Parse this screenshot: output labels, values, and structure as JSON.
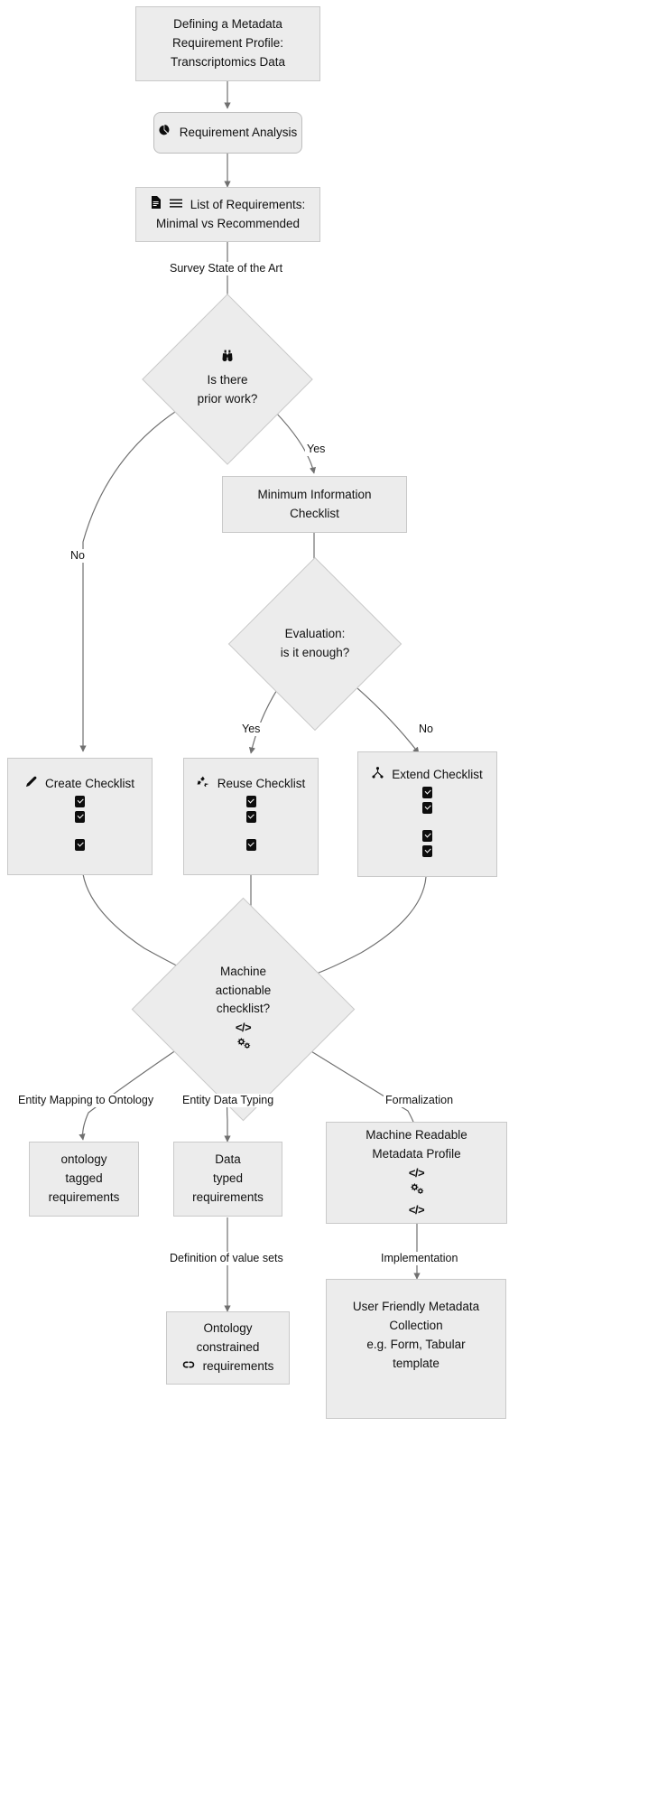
{
  "diagram": {
    "title": "Defining a Metadata Requirement Profile: Transcriptomics Data",
    "type": "flowchart",
    "colors": {
      "node_fill": "#ececec",
      "node_stroke": "#c9c9c9",
      "edge": "#707070",
      "text": "#111111"
    }
  },
  "nodes": {
    "start": {
      "id": "start",
      "shape": "rect",
      "lines": [
        "Defining a Metadata",
        "Requirement Profile:",
        "Transcriptomics Data"
      ]
    },
    "requirement_analysis": {
      "id": "requirement_analysis",
      "shape": "rounded-rect",
      "icon": "pie-chart-icon",
      "label": "Requirement Analysis"
    },
    "list_requirements": {
      "id": "list_requirements",
      "shape": "rect",
      "icon_1": "document-icon",
      "icon_2": "list-icon",
      "line1": "List of  Requirements:",
      "line2": "Minimal vs Recommended"
    },
    "prior_work": {
      "id": "prior_work",
      "shape": "diamond",
      "icon": "binoculars-icon",
      "line1": "Is there",
      "line2": "prior work?"
    },
    "mi_checklist": {
      "id": "mi_checklist",
      "shape": "rect",
      "line1": "Minimum Information",
      "line2": "Checklist"
    },
    "evaluation": {
      "id": "evaluation",
      "shape": "diamond",
      "line1": "Evaluation:",
      "line2": "is it enough?"
    },
    "create_checklist": {
      "id": "create_checklist",
      "shape": "rect",
      "icon": "pencil-icon",
      "label": "Create Checklist",
      "checkbox_count": 3,
      "checkbox_states": [
        "checked",
        "checked",
        "checked"
      ]
    },
    "reuse_checklist": {
      "id": "reuse_checklist",
      "shape": "rect",
      "icon": "recycle-icon",
      "label": "Reuse Checklist",
      "checkbox_count": 3,
      "checkbox_states": [
        "checked",
        "checked",
        "checked"
      ]
    },
    "extend_checklist": {
      "id": "extend_checklist",
      "shape": "rect",
      "icon": "branch-icon",
      "label": "Extend Checklist",
      "checkbox_count": 4,
      "checkbox_states": [
        "checked",
        "checked",
        "checked",
        "checked"
      ]
    },
    "machine_actionable": {
      "id": "machine_actionable",
      "shape": "diamond",
      "line1": "Machine",
      "line2": "actionable",
      "line3": "checklist?",
      "glyph_code": "</>",
      "glyph_gears": "gears-icon"
    },
    "ontology_tagged": {
      "id": "ontology_tagged",
      "shape": "rect",
      "lines": [
        "ontology",
        "tagged",
        "requirements"
      ]
    },
    "data_typed": {
      "id": "data_typed",
      "shape": "rect",
      "lines": [
        "Data",
        "typed",
        "requirements"
      ]
    },
    "machine_readable_profile": {
      "id": "machine_readable_profile",
      "shape": "rect",
      "line1": "Machine Readable",
      "line2": "Metadata Profile",
      "glyph_code_1": "</>",
      "glyph_gears": "gears-icon",
      "glyph_code_2": "</>"
    },
    "ontology_constrained": {
      "id": "ontology_constrained",
      "shape": "rect",
      "line1": "Ontology",
      "line2": "constrained",
      "icon": "link-icon",
      "line3": "requirements"
    },
    "user_friendly": {
      "id": "user_friendly",
      "shape": "rect",
      "lines": [
        "User Friendly Metadata",
        "Collection",
        "e.g. Form, Tabular",
        "template"
      ]
    }
  },
  "edge_labels": {
    "survey": "Survey State of the Art",
    "prior_yes": "Yes",
    "prior_no": "No",
    "eval_yes": "Yes",
    "eval_no": "No",
    "entity_mapping": "Entity Mapping to Ontology",
    "entity_typing": "Entity Data Typing",
    "formalization": "Formalization",
    "value_sets": "Definition of value sets",
    "implementation": "Implementation"
  },
  "edges": [
    {
      "from": "start",
      "to": "requirement_analysis",
      "label": ""
    },
    {
      "from": "requirement_analysis",
      "to": "list_requirements",
      "label": ""
    },
    {
      "from": "list_requirements",
      "to": "prior_work",
      "label": "Survey State of the Art"
    },
    {
      "from": "prior_work",
      "to": "mi_checklist",
      "label": "Yes"
    },
    {
      "from": "prior_work",
      "to": "create_checklist",
      "label": "No"
    },
    {
      "from": "mi_checklist",
      "to": "evaluation",
      "label": ""
    },
    {
      "from": "evaluation",
      "to": "reuse_checklist",
      "label": "Yes"
    },
    {
      "from": "evaluation",
      "to": "extend_checklist",
      "label": "No"
    },
    {
      "from": "create_checklist",
      "to": "machine_actionable",
      "label": ""
    },
    {
      "from": "reuse_checklist",
      "to": "machine_actionable",
      "label": ""
    },
    {
      "from": "extend_checklist",
      "to": "machine_actionable",
      "label": ""
    },
    {
      "from": "machine_actionable",
      "to": "ontology_tagged",
      "label": "Entity Mapping to Ontology"
    },
    {
      "from": "machine_actionable",
      "to": "data_typed",
      "label": "Entity Data Typing"
    },
    {
      "from": "machine_actionable",
      "to": "machine_readable_profile",
      "label": "Formalization"
    },
    {
      "from": "data_typed",
      "to": "ontology_constrained",
      "label": "Definition of value sets"
    },
    {
      "from": "machine_readable_profile",
      "to": "user_friendly",
      "label": "Implementation"
    }
  ]
}
